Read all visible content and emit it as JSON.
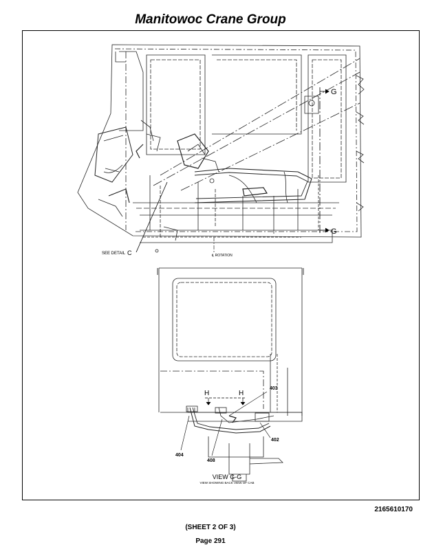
{
  "header": {
    "title": "Manitowoc Crane Group"
  },
  "drawing": {
    "section_marker": "G",
    "see_detail_prefix": "SEE DETAIL",
    "see_detail_letter": "C",
    "centerline_label": "℄ ROTATION",
    "detail_marker": "H",
    "callouts": [
      "403",
      "402",
      "404",
      "408"
    ],
    "view_title": "VIEW G-G",
    "view_subtitle": "VIEW SHOWING BACK VIEW OF CAB"
  },
  "footer": {
    "document_number": "2165610170",
    "sheet": "(SHEET 2 OF 3)",
    "page": "Page 291"
  }
}
